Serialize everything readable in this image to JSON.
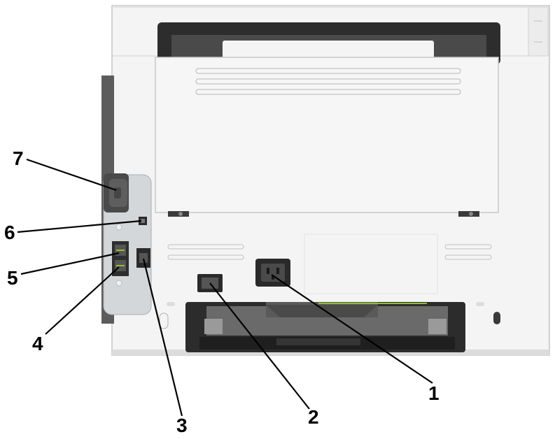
{
  "callouts": [
    {
      "id": "1",
      "label": "1"
    },
    {
      "id": "2",
      "label": "2"
    },
    {
      "id": "3",
      "label": "3"
    },
    {
      "id": "4",
      "label": "4"
    },
    {
      "id": "5",
      "label": "5"
    },
    {
      "id": "6",
      "label": "6"
    },
    {
      "id": "7",
      "label": "7"
    }
  ],
  "colors": {
    "body": "#f3f3f3",
    "outline": "#bdbdbd",
    "dark": "#2c2c2c",
    "side_panel": "#5c5c5c",
    "port_panel": "#d6d9db",
    "callout_line": "#000000"
  }
}
